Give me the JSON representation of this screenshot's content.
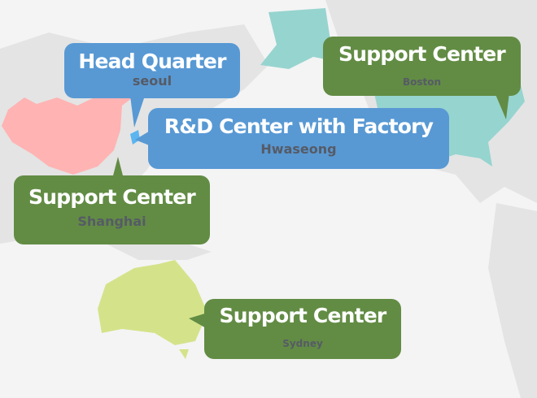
{
  "colors": {
    "blue": "#5899d4",
    "green": "#628c44",
    "china": "#ffb3b3",
    "usa": "#96d4cf",
    "australia": "#d4e38a",
    "korea": "#5bb5f0"
  },
  "callouts": [
    {
      "title": "Head Quarter",
      "location": "seoul"
    },
    {
      "title": "R&D Center with Factory",
      "location": "Hwaseong"
    },
    {
      "title": "Support Center",
      "location": "Shanghai"
    },
    {
      "title": "Support Center",
      "location": "Boston"
    },
    {
      "title": "Support Center",
      "location": "Sydney"
    }
  ]
}
